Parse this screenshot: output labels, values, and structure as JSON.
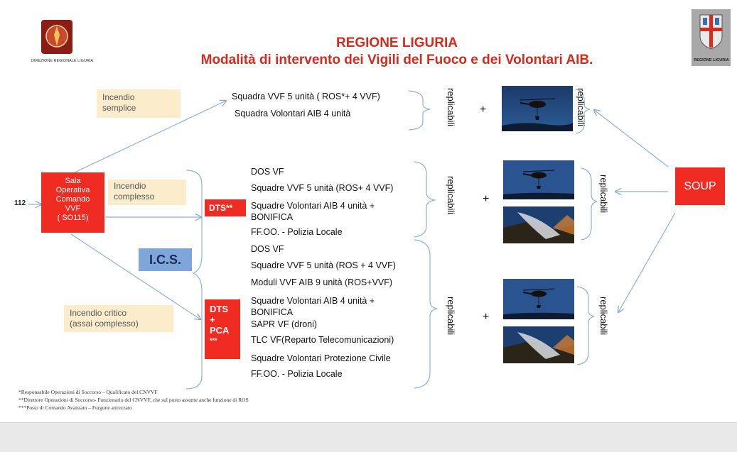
{
  "header": {
    "logo_caption": "DIREZIONE REGIONALE LIGURIA",
    "title": "REGIONE LIGURIA",
    "subtitle": "Modalità di intervento dei Vigili del Fuoco e dei Volontari AIB.",
    "region_logo_caption": "REGIONE LIGURIA"
  },
  "inputs": {
    "call_number": "112",
    "sala_operativa": [
      "Sala",
      "Operativa",
      "Comando",
      "VVF",
      "( SO115)"
    ],
    "ics": "I.C.S.",
    "soup": "SOUP"
  },
  "scenarios": {
    "simple": {
      "label": [
        "Incendio",
        "semplice"
      ],
      "items": [
        "Squadra VVF 5 unità  ( ROS*+ 4 VVF)",
        "Squadra Volontari AIB 4 unità"
      ],
      "replicabili": "replicabili"
    },
    "complex": {
      "label": [
        "Incendio",
        "complesso"
      ],
      "badge": "DTS**",
      "items": [
        "DOS VF",
        "Squadre VVF 5 unità  (ROS+ 4 VVF)",
        "Squadre Volontari AIB 4 unità +",
        "BONIFICA",
        "FF.OO. - Polizia Locale"
      ],
      "replicabili": "replicabili"
    },
    "critical": {
      "label": [
        "Incendio critico",
        "(assai complesso)"
      ],
      "badge": [
        "DTS",
        "+",
        "PCA",
        "***"
      ],
      "items": [
        "DOS VF",
        "Squadre VVF 5 unità  (ROS + 4 VVF)",
        "Moduli VVF AIB 9 unità (ROS+VVF)",
        "Squadre Volontari AIB 4 unità +",
        "BONIFICA",
        "SAPR VF (droni)",
        "TLC VF(Reparto Telecomunicazioni)",
        "Squadre Volontari Protezione Civile",
        "FF.OO. - Polizia Locale"
      ],
      "replicabili": "replicabili"
    }
  },
  "plus_sign": "+",
  "footnotes": [
    "*Responsabile Operazioni di Soccorso – Qualificato del CNVVF",
    "**Direttore Operazioni di Soccorso- Funzionario del CNVVF,  che sul posto assume anche funzione di ROS",
    "***Posto di Comando Avanzato – Furgone attrezzato"
  ],
  "colors": {
    "title_red": "#d62a1c",
    "box_red": "#ef2b22",
    "label_yellow": "#fbeccb",
    "ics_blue": "#7ea6d9",
    "arrow_blue": "#8fb0d6"
  }
}
